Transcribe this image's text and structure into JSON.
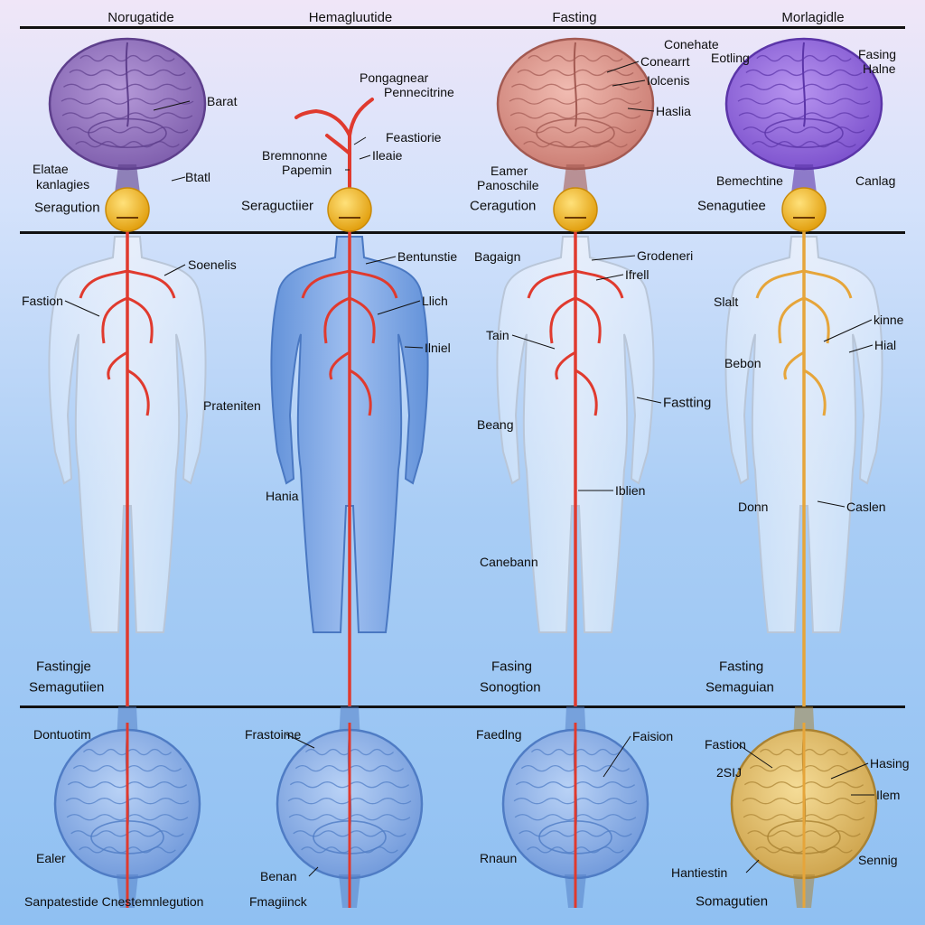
{
  "colors": {
    "purple_brain": "#9b7bc7",
    "pink_brain": "#e3a097",
    "violet_brain": "#9a6fe0",
    "blue_brain": "#8fb3ea",
    "gold_brain": "#e7c56e",
    "red_vessel": "#e03a2e",
    "gold_vessel": "#e6a53a",
    "gland": "#f3b81e",
    "body_clear": "#e8eef7",
    "body_blue": "#7ea6e4"
  },
  "columns": [
    {
      "title": "Norugatide",
      "brain_top": "purple",
      "vessel": "red",
      "body": "clear",
      "brain_bottom": "blue",
      "labels": {
        "top_1": "Barat",
        "top_2": "Elatae",
        "top_3": "kanlagies",
        "top_4": "Btatl",
        "gland": "Seragution",
        "body_1": "Soenelis",
        "body_2": "Fastion",
        "body_3": "Prateniten",
        "foot_1": "Fastingje",
        "foot_2": "Semagutiien",
        "bottom_1": "Dontuotim",
        "bottom_2": "Ealer",
        "bottom_3": "Sanpatestide Cnestemnlegution"
      }
    },
    {
      "title": "Hemagluutide",
      "brain_top": "none",
      "vessel": "red",
      "body": "blue",
      "brain_bottom": "blue",
      "labels": {
        "top_1": "Pongagnear",
        "top_2": "Pennecitrine",
        "top_3": "Feastiorie",
        "top_4": "Bremnonne",
        "top_5": "Papemin",
        "top_6": "Ileaie",
        "gland": "Seraguctiier",
        "body_1": "Bentunstie",
        "body_2": "Llich",
        "body_3": "Ilniel",
        "body_4": "Hania",
        "bottom_1": "Frastoime",
        "bottom_2": "Benan",
        "bottom_3": "Fmagiinck"
      }
    },
    {
      "title": "Fasting",
      "brain_top": "pink",
      "vessel": "red",
      "body": "clear",
      "brain_bottom": "blue",
      "labels": {
        "top_1": "Conehate",
        "top_2": "Eotling",
        "top_3": "Conearrt",
        "top_4": "Iolcenis",
        "top_5": "Haslia",
        "top_6": "Eamer",
        "top_7": "Panoschile",
        "gland": "Ceragution",
        "body_1": "Bagaign",
        "body_2": "Grodeneri",
        "body_3": "Ifrell",
        "body_4": "Tain",
        "body_5": "Fastting",
        "body_6": "Beang",
        "body_7": "Iblien",
        "body_8": "Canebann",
        "foot_1": "Fasing",
        "foot_2": "Sonogtion",
        "bottom_1": "Faedlng",
        "bottom_2": "Faision",
        "bottom_3": "Rnaun"
      }
    },
    {
      "title": "Morlagidle",
      "brain_top": "violet",
      "vessel": "gold",
      "body": "clear",
      "brain_bottom": "gold",
      "labels": {
        "top_1": "Fasing",
        "top_2": "Halne",
        "top_3": "Bemechtine",
        "top_4": "Canlag",
        "gland": "Senagutiee",
        "body_1": "Slalt",
        "body_2": "kinne",
        "body_3": "Hial",
        "body_4": "Bebon",
        "body_5": "Donn",
        "body_6": "Caslen",
        "foot_1": "Fasting",
        "foot_2": "Semaguian",
        "bottom_1": "Fastion",
        "bottom_2": "Hasing",
        "bottom_3": "2SIJ",
        "bottom_4": "Ilem",
        "bottom_5": "Hantiestin",
        "bottom_6": "Sennig",
        "bottom_7": "Somagutien"
      }
    }
  ]
}
